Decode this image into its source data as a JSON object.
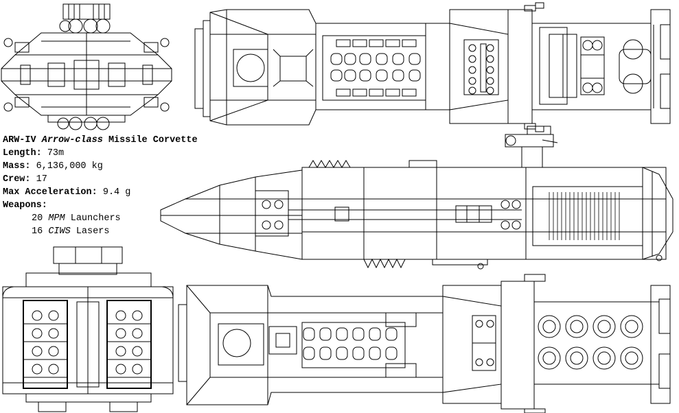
{
  "designation": {
    "code": "ARW-IV",
    "class_name": "Arrow-class",
    "type": "Missile Corvette"
  },
  "specs": [
    {
      "label": "Length:",
      "value": "73m"
    },
    {
      "label": "Mass:",
      "value": "6,136,000 kg"
    },
    {
      "label": "Crew:",
      "value": "17"
    },
    {
      "label": "Max Acceleration:",
      "value": "9.4 g"
    }
  ],
  "weapons": {
    "label": "Weapons:",
    "items": [
      {
        "count": "20",
        "name": "MPM",
        "kind": "Launchers"
      },
      {
        "count": "16",
        "name": "CIWS",
        "kind": "Lasers"
      }
    ]
  }
}
